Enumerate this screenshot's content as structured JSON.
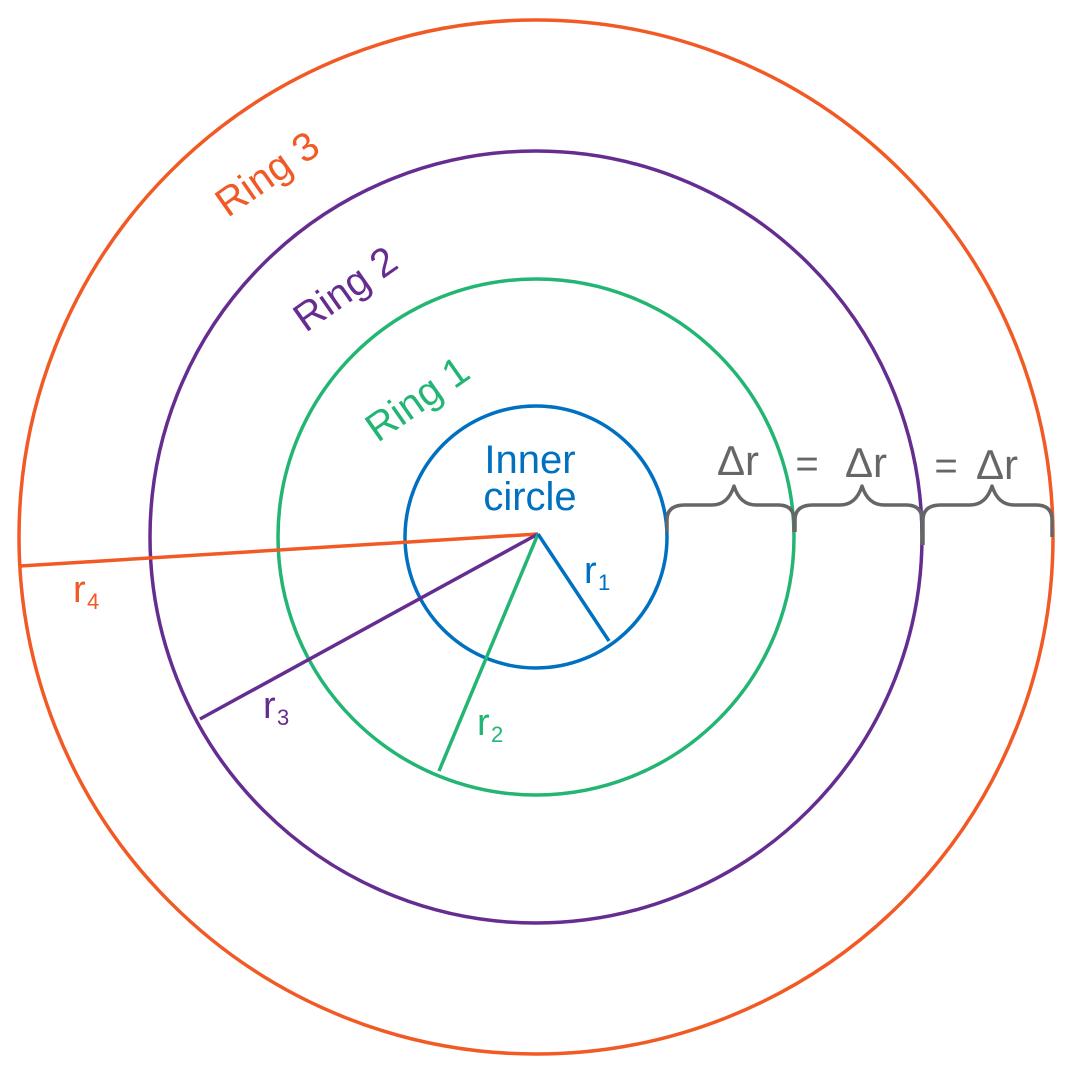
{
  "colors": {
    "inner": "#0070c0",
    "ring1": "#22b573",
    "ring2": "#662d91",
    "ring3": "#f15a24",
    "brace": "#666666"
  },
  "labels": {
    "inner_line1": "Inner",
    "inner_line2": "circle",
    "ring1": "Ring 1",
    "ring2": "Ring 2",
    "ring3": "Ring 3"
  },
  "radii": {
    "r1": {
      "base": "r",
      "sub": "1"
    },
    "r2": {
      "base": "r",
      "sub": "2"
    },
    "r3": {
      "base": "r",
      "sub": "3"
    },
    "r4": {
      "base": "r",
      "sub": "4"
    }
  },
  "delta": {
    "d1": "Δr",
    "eq1": "=",
    "d2": "Δr",
    "eq2": "=",
    "d3": "Δr"
  }
}
